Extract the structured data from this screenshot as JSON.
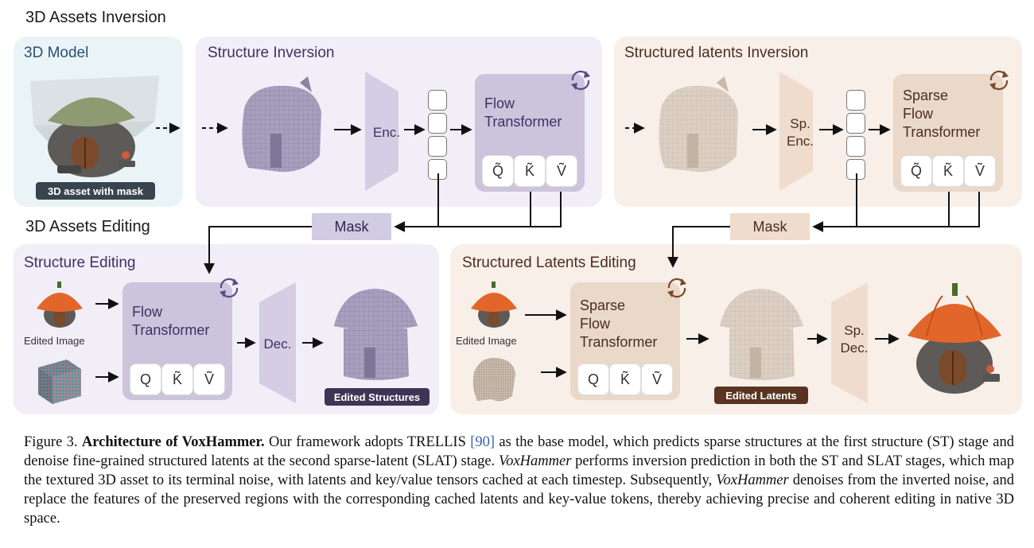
{
  "sections": {
    "inversion_title": "3D Assets Inversion",
    "editing_title": "3D Assets Editing"
  },
  "panels": {
    "model": {
      "title": "3D Model",
      "badge": "3D asset with mask"
    },
    "structure_inversion": {
      "title": "Structure Inversion",
      "encoder": "Enc.",
      "transformer": [
        "Flow",
        "Transformer"
      ]
    },
    "slat_inversion": {
      "title": "Structured latents Inversion",
      "encoder": [
        "Sp.",
        "Enc."
      ],
      "transformer": [
        "Sparse",
        "Flow",
        "Transformer"
      ]
    },
    "structure_editing": {
      "title": "Structure Editing",
      "edited_image": "Edited Image",
      "transformer": [
        "Flow",
        "Transformer"
      ],
      "decoder": "Dec.",
      "badge": "Edited Structures"
    },
    "slat_editing": {
      "title": "Structured Latents Editing",
      "edited_image": "Edited Image",
      "transformer": [
        "Sparse",
        "Flow",
        "Transformer"
      ],
      "decoder": [
        "Sp.",
        "Dec."
      ],
      "badge": "Edited Latents"
    }
  },
  "mask_label": "Mask",
  "tokens": {
    "inverted": [
      "Q̃",
      "K̃",
      "Ṽ"
    ],
    "edit": [
      "Q",
      "K̃",
      "Ṽ"
    ]
  },
  "colors": {
    "purple_accent": "#3d3261",
    "tan_accent": "#4a2e1f",
    "model_bg": "#eaf4f7",
    "purple_bg": "#f1eef7",
    "tan_bg": "#f8efe9"
  },
  "icons": [
    "cycle-icon",
    "arrow-icon"
  ],
  "caption": {
    "prefix": "Figure 3. ",
    "bold": "Architecture of VoxHammer.",
    "part1": " Our framework adopts TRELLIS ",
    "cite": "[90]",
    "part2": " as the base model, which predicts sparse structures at the first structure (ST) stage and denoise fine-grained structured latents at the second sparse-latent (SLAT) stage. ",
    "italic1": "VoxHammer",
    "part3": " performs inversion prediction in both the ST and SLAT stages, which map the textured 3D asset to its terminal noise, with latents and key/value tensors cached at each timestep. Subsequently, ",
    "italic2": "VoxHammer",
    "part4": " denoises from the inverted noise, and replace the features of the preserved regions with the corresponding cached latents and key-value tokens, thereby achieving precise and coherent editing in native 3D space."
  }
}
